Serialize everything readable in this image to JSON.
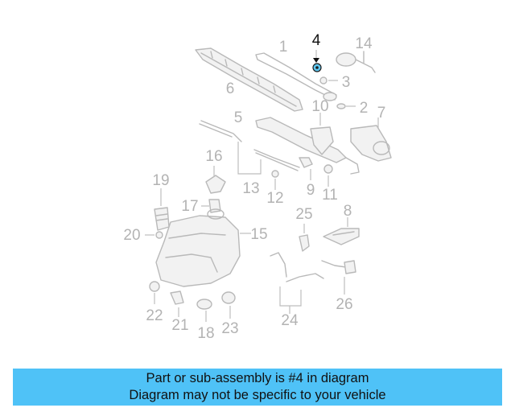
{
  "diagram": {
    "highlight_color": "#5ec7f0",
    "active_callout": "4",
    "callouts": {
      "c1": "1",
      "c2": "2",
      "c3": "3",
      "c4": "4",
      "c5": "5",
      "c6": "6",
      "c7": "7",
      "c8": "8",
      "c9": "9",
      "c10": "10",
      "c11": "11",
      "c12": "12",
      "c13": "13",
      "c14": "14",
      "c15": "15",
      "c16": "16",
      "c17": "17",
      "c18": "18",
      "c19": "19",
      "c20": "20",
      "c21": "21",
      "c22": "22",
      "c23": "23",
      "c24": "24",
      "c25": "25",
      "c26": "26"
    }
  },
  "caption": {
    "bar_color": "#4fc2f7",
    "line1": "Part or sub-assembly is #4 in diagram",
    "line2": "Diagram may not be specific to your vehicle"
  }
}
